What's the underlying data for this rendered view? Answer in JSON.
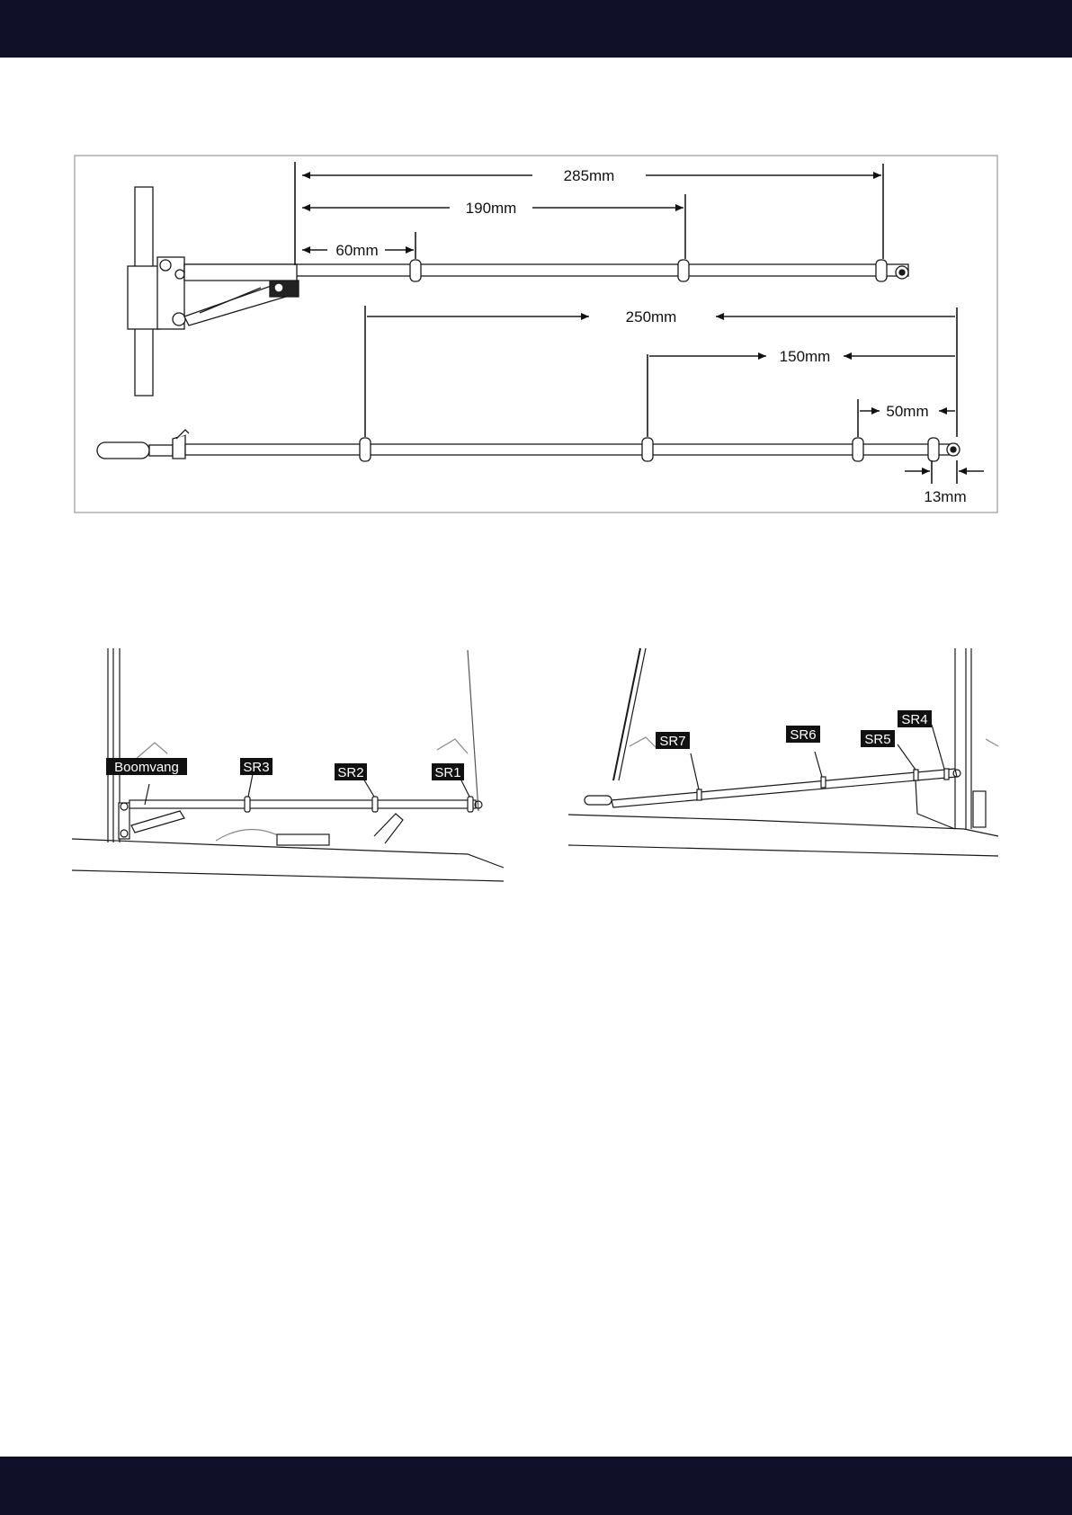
{
  "colors": {
    "band": "#101028",
    "line": "#1a1a1a",
    "frame": "#9a9a9a",
    "tag_bg": "#111111",
    "tag_fg": "#ffffff"
  },
  "top_diagram": {
    "dims": {
      "d285": "285mm",
      "d190": "190mm",
      "d60": "60mm",
      "d250": "250mm",
      "d150": "150mm",
      "d50": "50mm",
      "d13": "13mm"
    }
  },
  "bottom_left": {
    "labels": {
      "boomvang": "Boomvang",
      "sr3": "SR3",
      "sr2": "SR2",
      "sr1": "SR1"
    }
  },
  "bottom_right": {
    "labels": {
      "sr7": "SR7",
      "sr6": "SR6",
      "sr5": "SR5",
      "sr4": "SR4"
    }
  }
}
